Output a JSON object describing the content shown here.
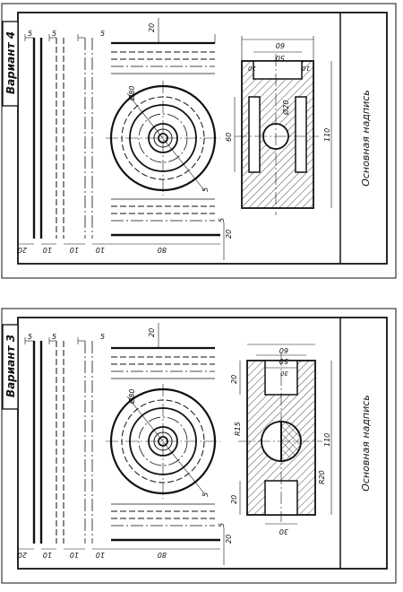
{
  "sheets": [
    {
      "variant_label": "Вариант 4",
      "title_block": "Основная надпись",
      "dims": {
        "top_5a": "5",
        "top_5b": "5",
        "top_5c": "5",
        "h_20": "20",
        "circle_d": "Ø80",
        "hole_d": "Ø20",
        "w_60": "60",
        "w_50": "50",
        "w_10a": "10",
        "w_10b": "10",
        "h_60": "60",
        "h_110": "110",
        "gap_5": "5",
        "lower_5": "5",
        "b_20": "20",
        "b_10a": "10",
        "b_10b": "10",
        "b_10c": "10",
        "b_80": "80",
        "b_20r": "20"
      }
    },
    {
      "variant_label": "Вариант 3",
      "title_block": "Основная надпись",
      "dims": {
        "top_5a": "5",
        "top_5b": "5",
        "top_5c": "5",
        "h_20": "20",
        "circle_d": "Ø80",
        "w_60": "60",
        "w_50": "50",
        "w_30t": "30",
        "w_30b": "30",
        "h_20t": "20",
        "h_20b": "20",
        "r15": "R15",
        "r20": "R20",
        "h_110": "110",
        "gap_5": "5",
        "lower_5": "5",
        "b_20": "20",
        "b_10a": "10",
        "b_10b": "10",
        "b_10c": "10",
        "b_80": "80",
        "b_20r": "20"
      }
    }
  ]
}
